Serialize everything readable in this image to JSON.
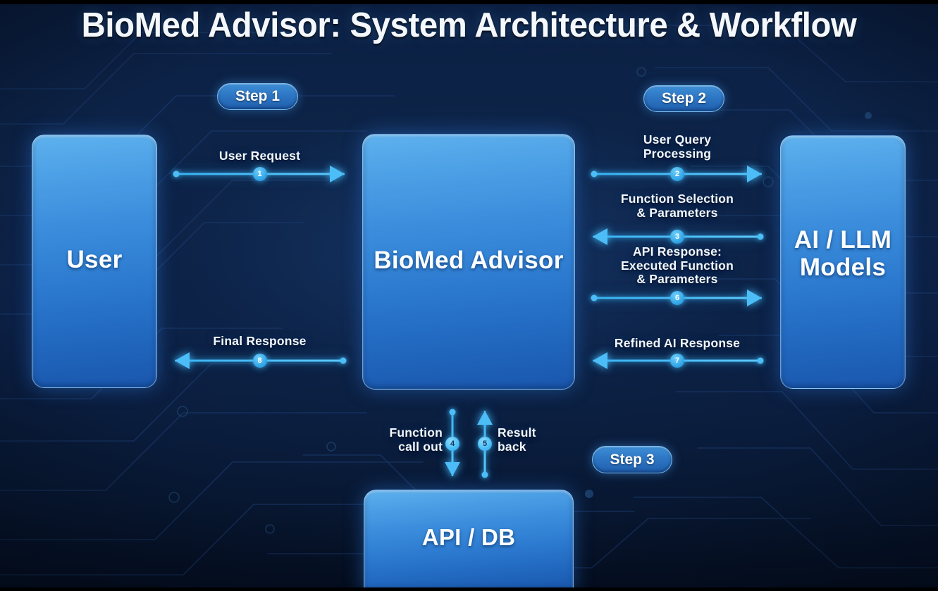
{
  "title": "BioMed Advisor: System Architecture & Workflow",
  "theme": {
    "background_dark": "#000000",
    "board_navy": "#0d2449",
    "node_blue_light": "#5fb2ee",
    "node_blue_dark": "#1a57ad",
    "accent_cyan": "#4cbdf7",
    "pill_blue": "#2f79c6",
    "text_white": "#f4f8fc"
  },
  "steps": [
    {
      "id": "step-1",
      "label": "Step 1"
    },
    {
      "id": "step-2",
      "label": "Step 2"
    },
    {
      "id": "step-3",
      "label": "Step 3"
    }
  ],
  "nodes": [
    {
      "id": "user",
      "label": "User"
    },
    {
      "id": "advisor",
      "label": "BioMed Advisor"
    },
    {
      "id": "ai",
      "label": "AI / LLM\nModels"
    },
    {
      "id": "apidb",
      "label": "API / DB"
    }
  ],
  "connections": [
    {
      "number": "1",
      "label": "User Request",
      "from": "user",
      "to": "advisor",
      "direction": "right"
    },
    {
      "number": "2",
      "label": "User Query\nProcessing",
      "from": "advisor",
      "to": "ai",
      "direction": "right"
    },
    {
      "number": "3",
      "label": "Function Selection\n& Parameters",
      "from": "ai",
      "to": "advisor",
      "direction": "left"
    },
    {
      "number": "4",
      "label": "Function\ncall out",
      "from": "advisor",
      "to": "apidb",
      "direction": "down"
    },
    {
      "number": "5",
      "label": "Result\nback",
      "from": "apidb",
      "to": "advisor",
      "direction": "up"
    },
    {
      "number": "6",
      "label": "API Response:\nExecuted Function\n& Parameters",
      "from": "advisor",
      "to": "ai",
      "direction": "right"
    },
    {
      "number": "7",
      "label": "Refined AI Response",
      "from": "ai",
      "to": "advisor",
      "direction": "left"
    },
    {
      "number": "8",
      "label": "Final Response",
      "from": "advisor",
      "to": "user",
      "direction": "left"
    }
  ]
}
